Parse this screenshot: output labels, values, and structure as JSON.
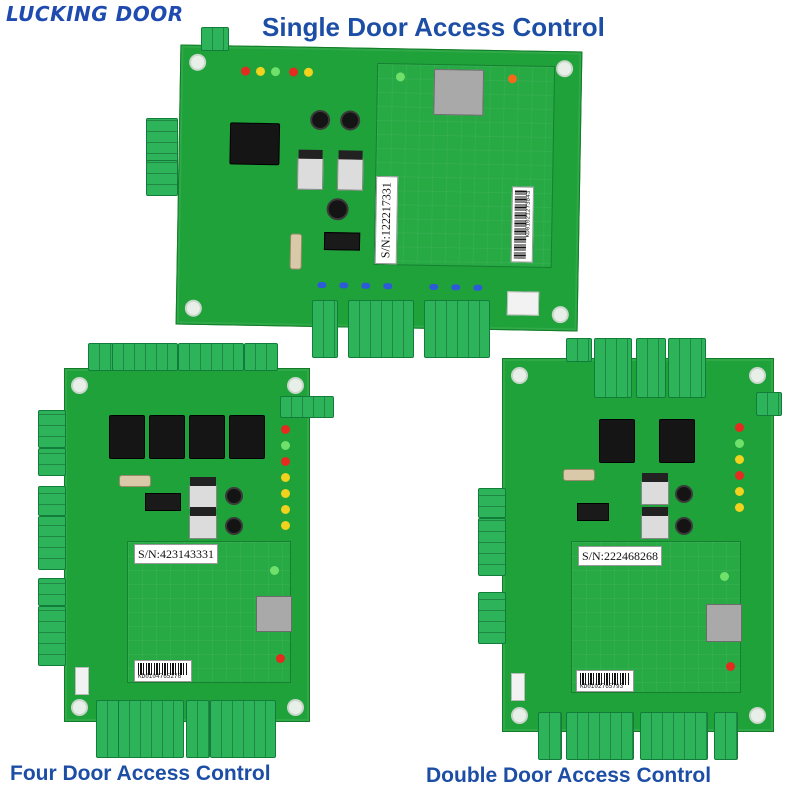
{
  "brand": {
    "name": "LUCKING DOOR",
    "color": "#1f4bb0"
  },
  "products": [
    {
      "id": "single",
      "caption": "Single Door Access Control",
      "serial": "S/N:122217331",
      "barcode": "KD01021273043"
    },
    {
      "id": "four",
      "caption": "Four Door  Access  Control",
      "serial": "S/N:423143331",
      "barcode": "KD0104765276"
    },
    {
      "id": "double",
      "caption": "Double Door Access Control",
      "serial": "S/N:222468268",
      "barcode": "KD0102765793"
    }
  ],
  "colors": {
    "caption": "#1d4ea6",
    "pcb": "#1fa23a",
    "terminal": "#2db35a",
    "background": "#ffffff"
  }
}
